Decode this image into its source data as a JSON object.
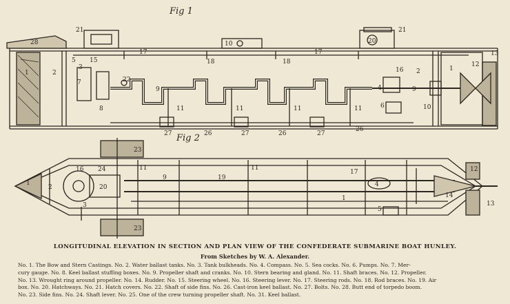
{
  "figure_labels": {
    "fig1": "Fig 1",
    "fig2": "Fig 2"
  },
  "callouts_fig1": [
    "21",
    "21",
    "28",
    "1",
    "2",
    "15",
    "5",
    "3",
    "22",
    "7",
    "8",
    "9",
    "11",
    "11",
    "11",
    "11",
    "17",
    "18",
    "10",
    "18",
    "17",
    "20",
    "16",
    "2",
    "4",
    "6",
    "9",
    "10",
    "1",
    "12",
    "13",
    "27",
    "27",
    "27",
    "26",
    "26",
    "26"
  ],
  "callouts_fig2": [
    "23",
    "23",
    "2",
    "16",
    "24",
    "20",
    "11",
    "11",
    "9",
    "19",
    "17",
    "4",
    "14",
    "12",
    "13",
    "3",
    "5",
    "1",
    "1"
  ],
  "caption": {
    "title": "LONGITUDINAL ELEVATION IN SECTION AND PLAN VIEW OF THE CONFEDERATE SUBMARINE BOAT HUNLEY.",
    "subtitle": "From Sketches by W. A. Alexander.",
    "legend_lines": [
      "No. 1. The Bow and Stern Castings. No. 2. Water ballast tanks. No. 3. Tank bulkheads. No. 4. Compass. No. 5. Sea cocks. No. 6. Pumps. No. 7. Mer-",
      "cury gauge. No. 8. Keel ballast stuffing boxes. No. 9. Propeller shaft and cranks. No. 10. Stern bearing and gland. No. 11. Shaft braces. No. 12. Propeller.",
      "No. 13. Wrought ring around propeller. No. 14. Rudder. No. 15. Steering wheel. No. 16. Steering lever. No. 17. Steering rods. No. 18. Rod braces. No. 19. Air",
      "box. No. 20. Hatchways. No. 21. Hatch covers. No. 22. Shaft of side fins. No. 26. Cast-iron keel ballast. No. 27. Bolts. No. 28. Butt end of torpedo boom.",
      "No. 23. Side fins. No. 24. Shaft lever. No. 25. One of the crew turning propeller shaft. No. 31. Keel ballast."
    ]
  }
}
